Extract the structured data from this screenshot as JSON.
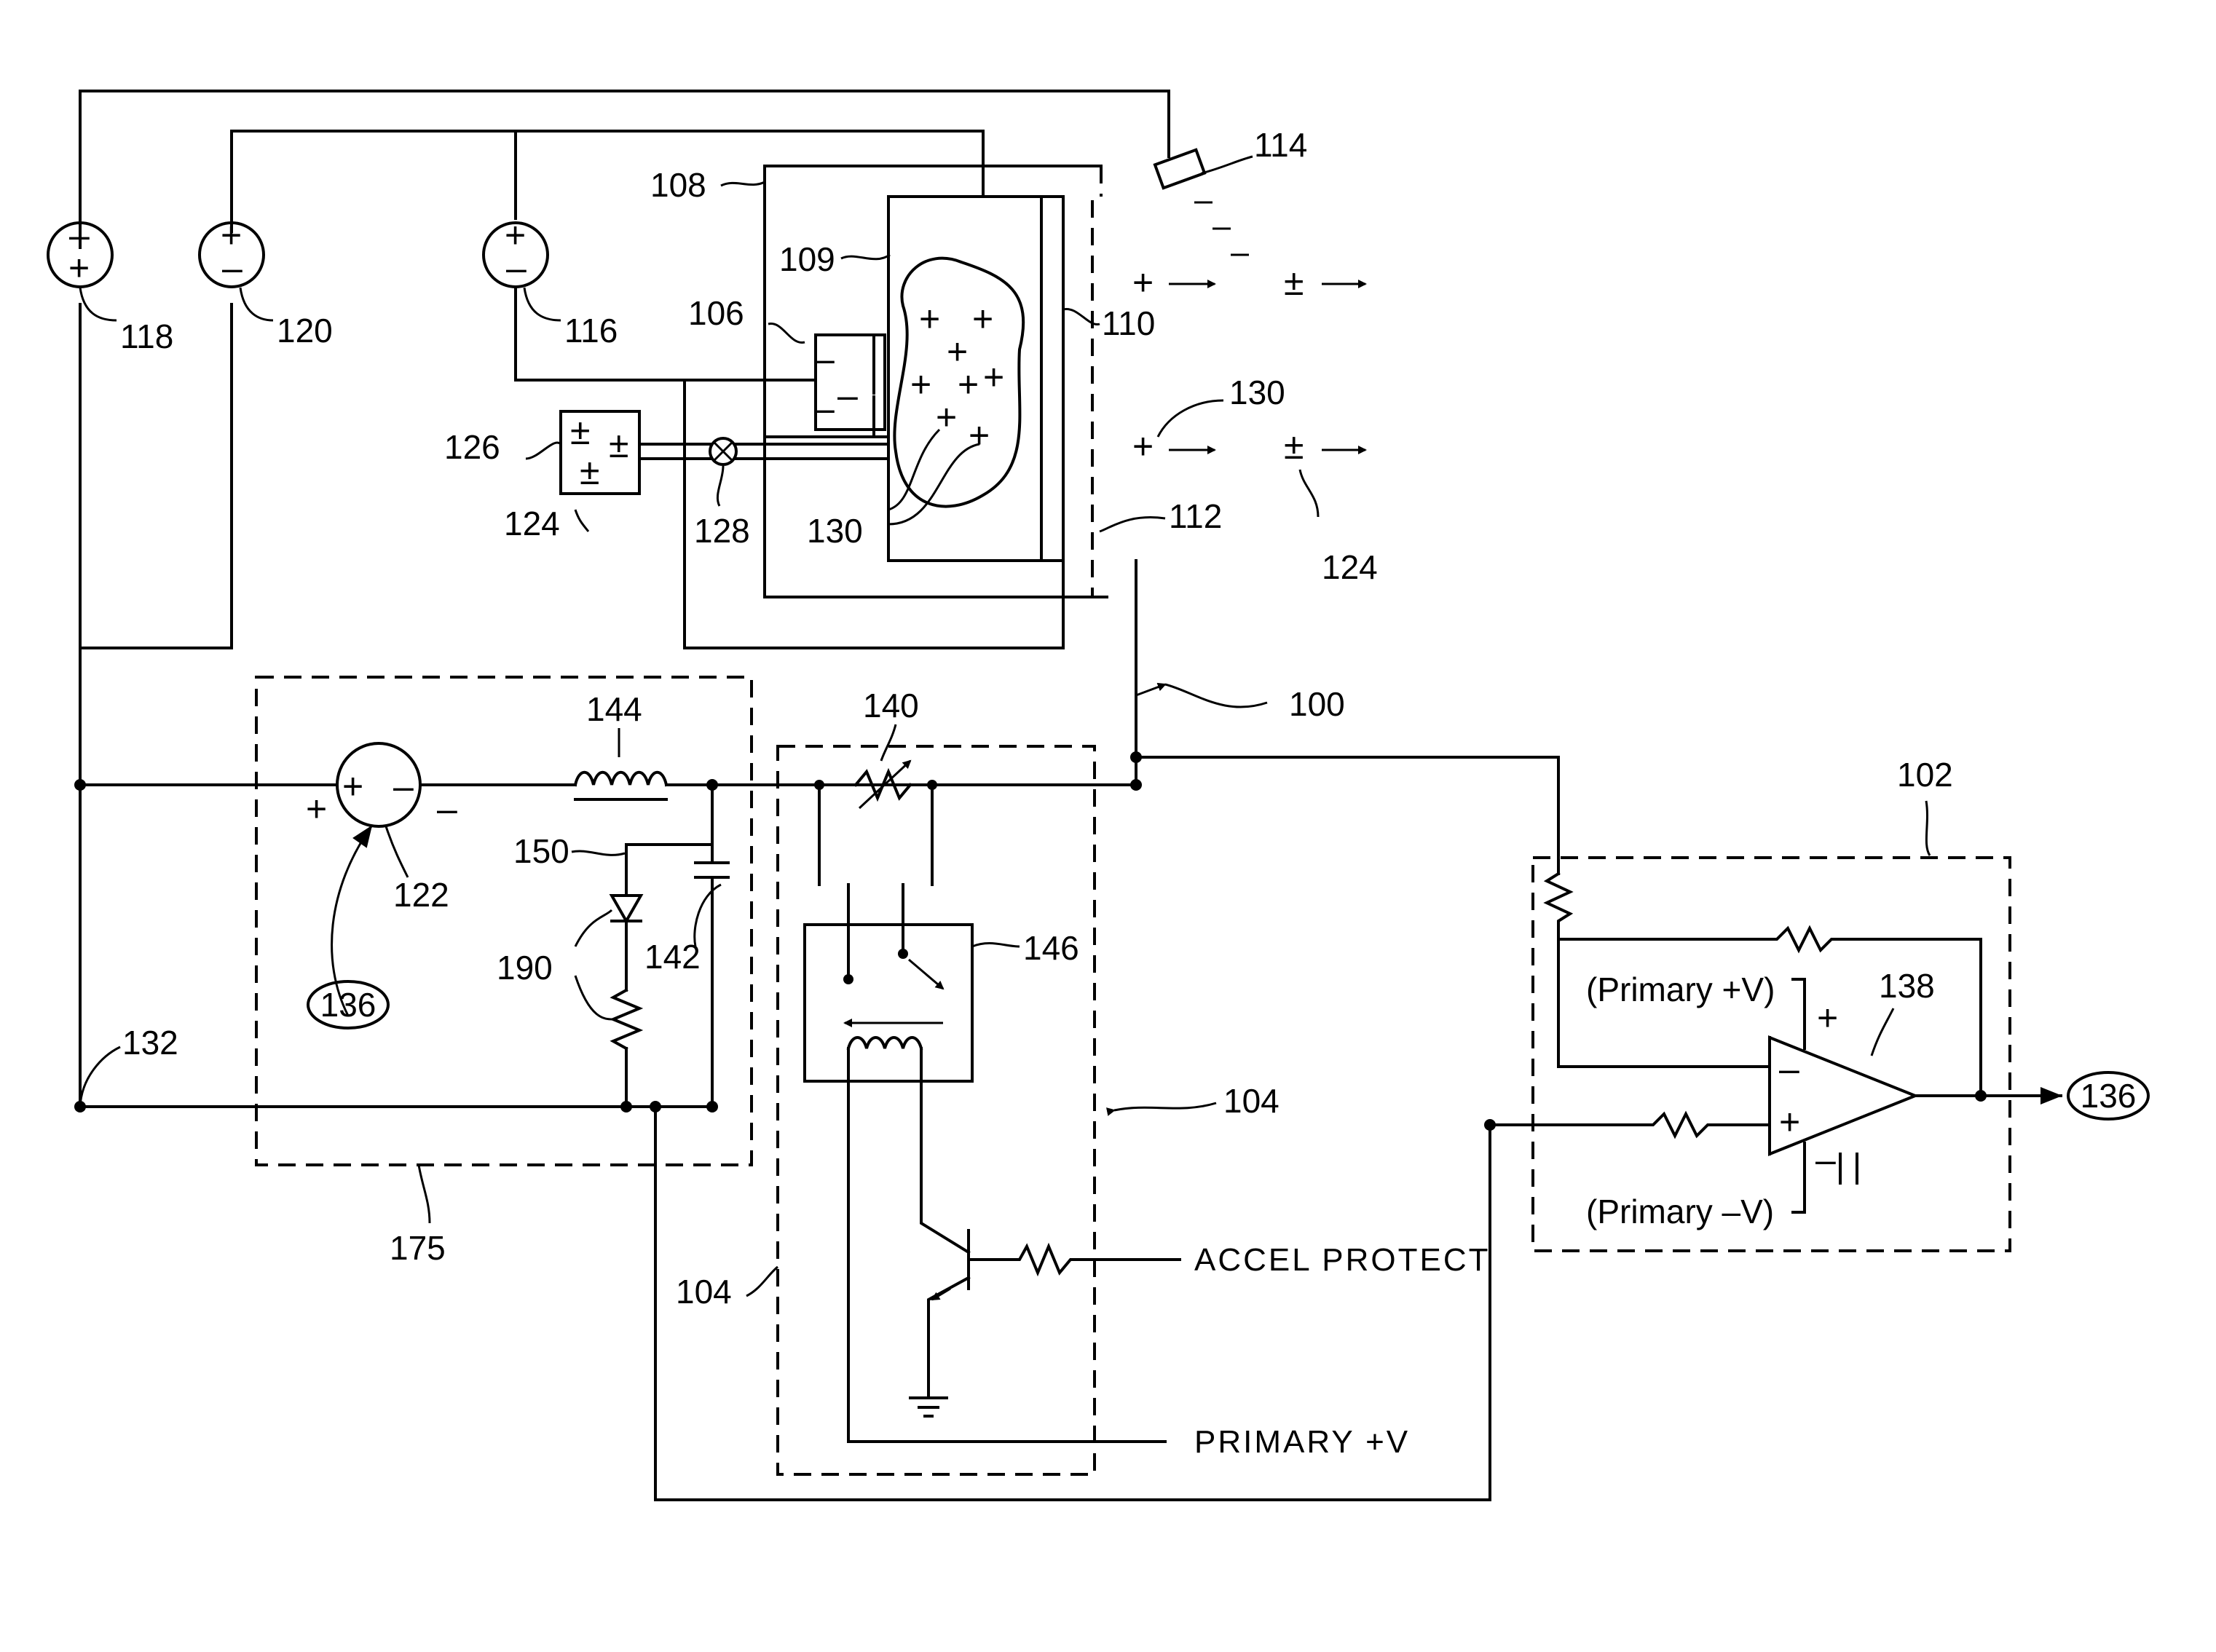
{
  "diagram": {
    "ref_labels": {
      "r100": "100",
      "r102": "102",
      "r104a": "104",
      "r104b": "104",
      "r106": "106",
      "r108": "108",
      "r109": "109",
      "r110": "110",
      "r112": "112",
      "r114": "114",
      "r116": "116",
      "r118": "118",
      "r120": "120",
      "r122": "122",
      "r124a": "124",
      "r124b": "124",
      "r126": "126",
      "r128": "128",
      "r130a": "130",
      "r130b": "130",
      "r132": "132",
      "r136a": "136",
      "r136b": "136",
      "r138": "138",
      "r140": "140",
      "r142": "142",
      "r144": "144",
      "r146": "146",
      "r150": "150",
      "r175": "175",
      "r190": "190"
    },
    "signals": {
      "accel_protect": "ACCEL PROTECT",
      "primary_pos": "PRIMARY +V"
    },
    "opamp": {
      "supply_pos": "(Primary +V)",
      "supply_neg": "(Primary –V)"
    },
    "symbols": {
      "plus": "+",
      "minus": "–",
      "plusminus": "±"
    }
  }
}
